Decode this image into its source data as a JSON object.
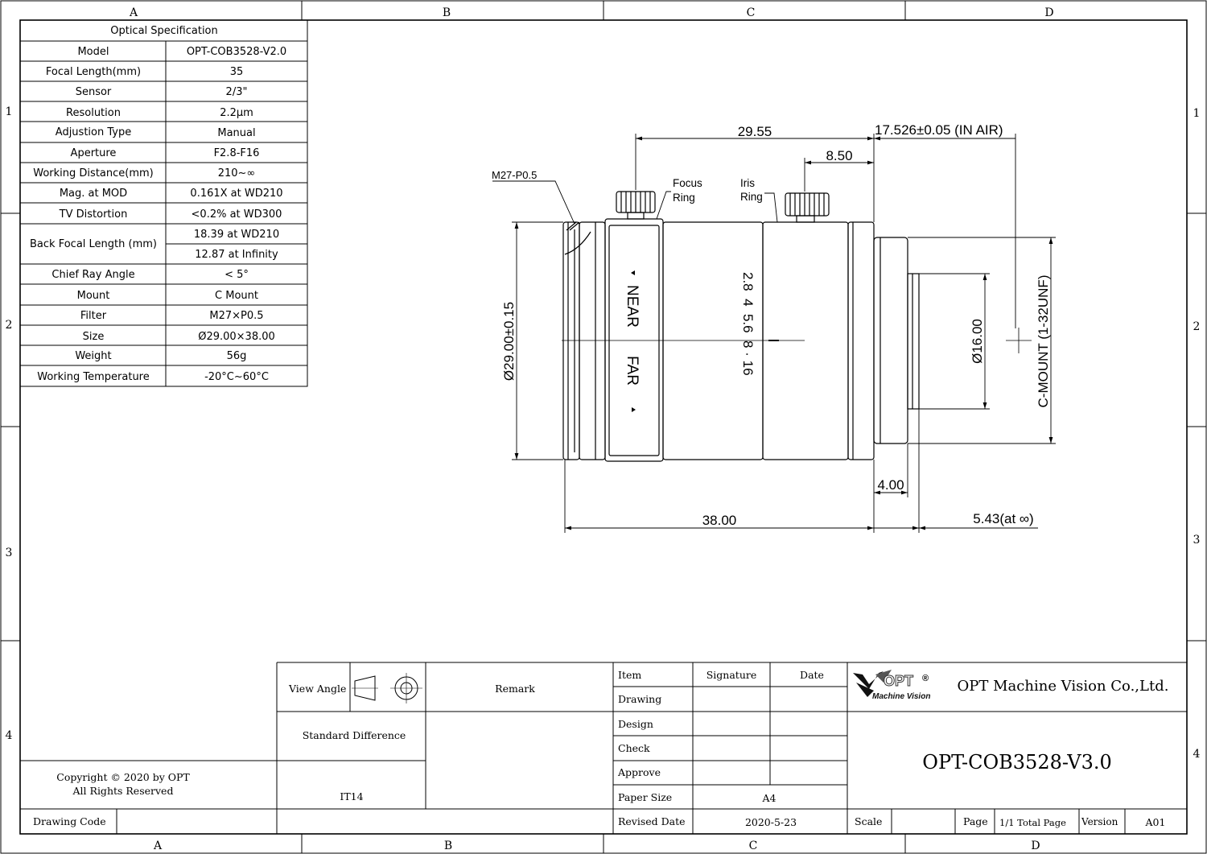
{
  "frame": {
    "columns": [
      "A",
      "B",
      "C",
      "D"
    ],
    "rows": [
      "1",
      "2",
      "3",
      "4"
    ]
  },
  "spec": {
    "title": "Optical Specification",
    "rows": [
      {
        "label": "Model",
        "value": "OPT-COB3528-V2.0"
      },
      {
        "label": "Focal Length(mm)",
        "value": "35"
      },
      {
        "label": "Sensor",
        "value": "2/3\""
      },
      {
        "label": "Resolution",
        "value": "2.2μm"
      },
      {
        "label": "Adjustion Type",
        "value": "Manual"
      },
      {
        "label": "Aperture",
        "value": "F2.8-F16"
      },
      {
        "label": "Working Distance(mm)",
        "value": "210~∞"
      },
      {
        "label": "Mag. at MOD",
        "value": "0.161X at WD210"
      },
      {
        "label": "TV Distortion",
        "value": "<0.2% at WD300"
      },
      {
        "label": "Back Focal Length (mm)",
        "value": "18.39 at WD210",
        "value2": "12.87 at Infinity"
      },
      {
        "label": "Chief Ray Angle",
        "value": "< 5°"
      },
      {
        "label": "Mount",
        "value": "C Mount"
      },
      {
        "label": "Filter",
        "value": "M27×P0.5"
      },
      {
        "label": "Size",
        "value": "Ø29.00×38.00"
      },
      {
        "label": "Weight",
        "value": "56g"
      },
      {
        "label": "Working Temperature",
        "value": "-20°C~60°C"
      }
    ]
  },
  "drawing": {
    "thread_label": "M27-P0.5",
    "focus_ring_label": [
      "Focus",
      "Ring"
    ],
    "iris_ring_label": [
      "Iris",
      "Ring"
    ],
    "dim_29_55": "29.55",
    "dim_flange": "17.526±0.05  (IN AIR)",
    "dim_8_50": "8.50",
    "dim_diameter": "Ø29.00±0.15",
    "dim_inner_diameter": "Ø16.00",
    "mount_thread": "C-MOUNT  (1-32UNF)",
    "dim_4_00": "4.00",
    "dim_38_00": "38.00",
    "dim_5_43": "5.43(at ∞)",
    "focus_near": "NEAR",
    "focus_far": "FAR",
    "aperture_marks": "2.8  4  5.6  8 · 16"
  },
  "title_block": {
    "view_angle": "View Angle",
    "remark": "Remark",
    "standard_difference": "Standard Difference",
    "tolerance": "IT14",
    "copyright_line1": "Copyright © 2020 by OPT",
    "copyright_line2": "All Rights Reserved",
    "drawing_code": "Drawing Code",
    "item": "Item",
    "signature": "Signature",
    "date": "Date",
    "drawing": "Drawing",
    "design": "Design",
    "check": "Check",
    "approve": "Approve",
    "paper_size": "Paper Size",
    "paper_size_value": "A4",
    "revised_date": "Revised Date",
    "revised_date_value": "2020-5-23",
    "logo_text": "OPT",
    "logo_sub": "Machine Vision",
    "company": "OPT Machine Vision Co.,Ltd.",
    "part_number": "OPT-COB3528-V3.0",
    "scale": "Scale",
    "page": "Page",
    "total_page": "1/1 Total Page",
    "version": "Version",
    "version_value": "A01"
  }
}
